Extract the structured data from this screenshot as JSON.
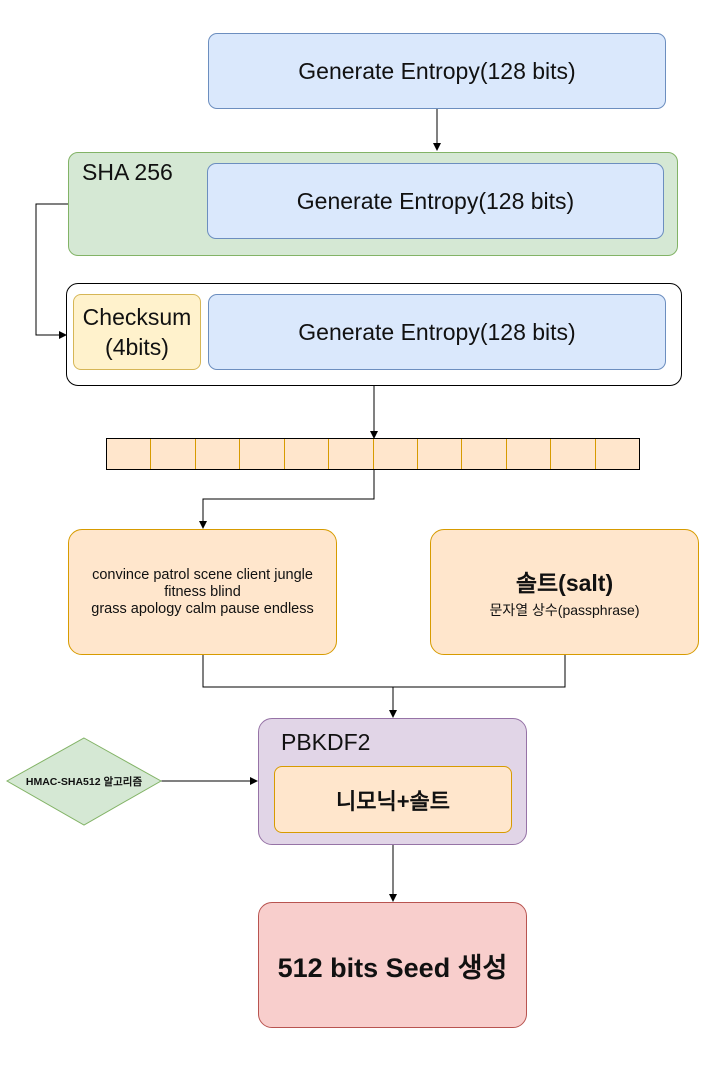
{
  "entropy_top": {
    "label": "Generate Entropy(128 bits)"
  },
  "sha256": {
    "title": "SHA 256",
    "inner_label": "Generate Entropy(128 bits)"
  },
  "checksum_group": {
    "checksum_label": "Checksum",
    "checksum_bits": "(4bits)",
    "entropy_label": "Generate Entropy(128 bits)"
  },
  "bit_strip": {
    "cells": 12
  },
  "mnemonic": {
    "line1": "convince patrol  scene client jungle",
    "line2": "fitness blind",
    "line3": "grass apology calm pause endless"
  },
  "salt": {
    "title": "솔트(salt)",
    "subtitle": "문자열 상수(passphrase)"
  },
  "pbkdf2": {
    "title": "PBKDF2",
    "inner_label": "니모닉+솔트"
  },
  "hmac": {
    "label": "HMAC-SHA512 알고리즘"
  },
  "seed": {
    "label": "512 bits Seed 생성"
  },
  "colors": {
    "blue_fill": "#dae8fc",
    "green_fill": "#d5e8d4",
    "yellow_fill": "#fff2cc",
    "orange_fill": "#ffe6cc",
    "purple_fill": "#e1d5e7",
    "red_fill": "#f8cecc"
  }
}
